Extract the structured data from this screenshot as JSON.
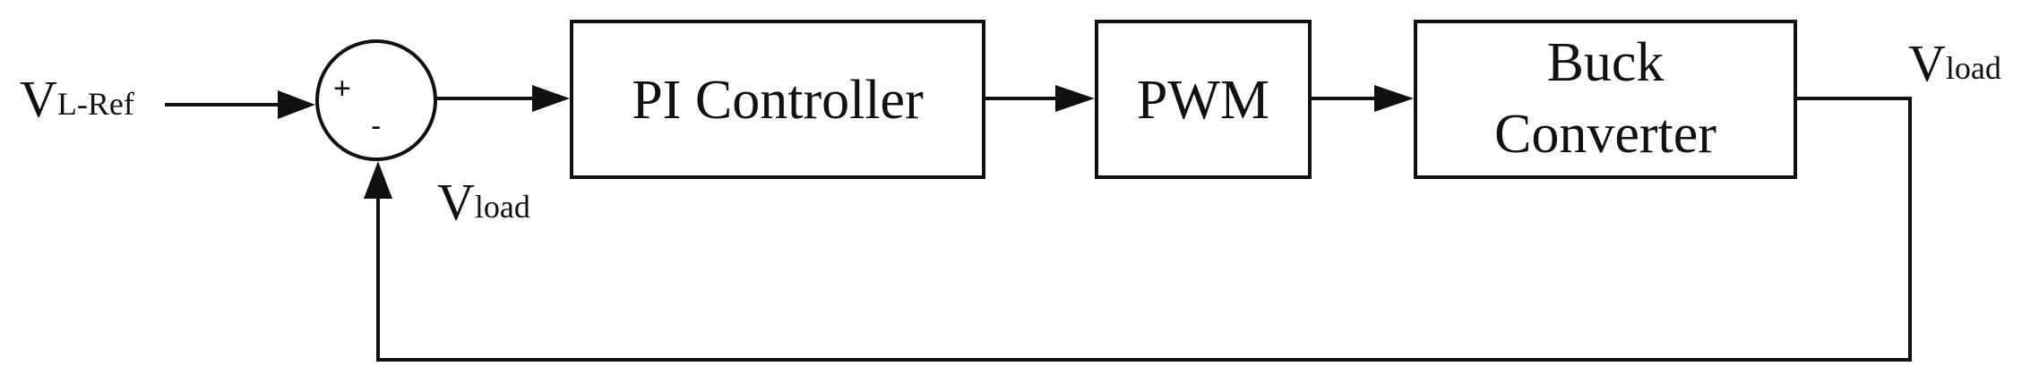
{
  "inputs": {
    "reference": {
      "main": "V",
      "sub": "L-Ref"
    }
  },
  "summing_junction": {
    "plus_sign": "+",
    "minus_sign": "-"
  },
  "feedback": {
    "main": "V",
    "sub": "load"
  },
  "blocks": {
    "pi_controller": "PI Controller",
    "pwm": "PWM",
    "buck_converter": {
      "line1": "Buck",
      "line2": "Converter"
    }
  },
  "outputs": {
    "load_voltage": {
      "main": "V",
      "sub": "load"
    }
  },
  "colors": {
    "stroke": "#111111",
    "background": "#ffffff"
  }
}
